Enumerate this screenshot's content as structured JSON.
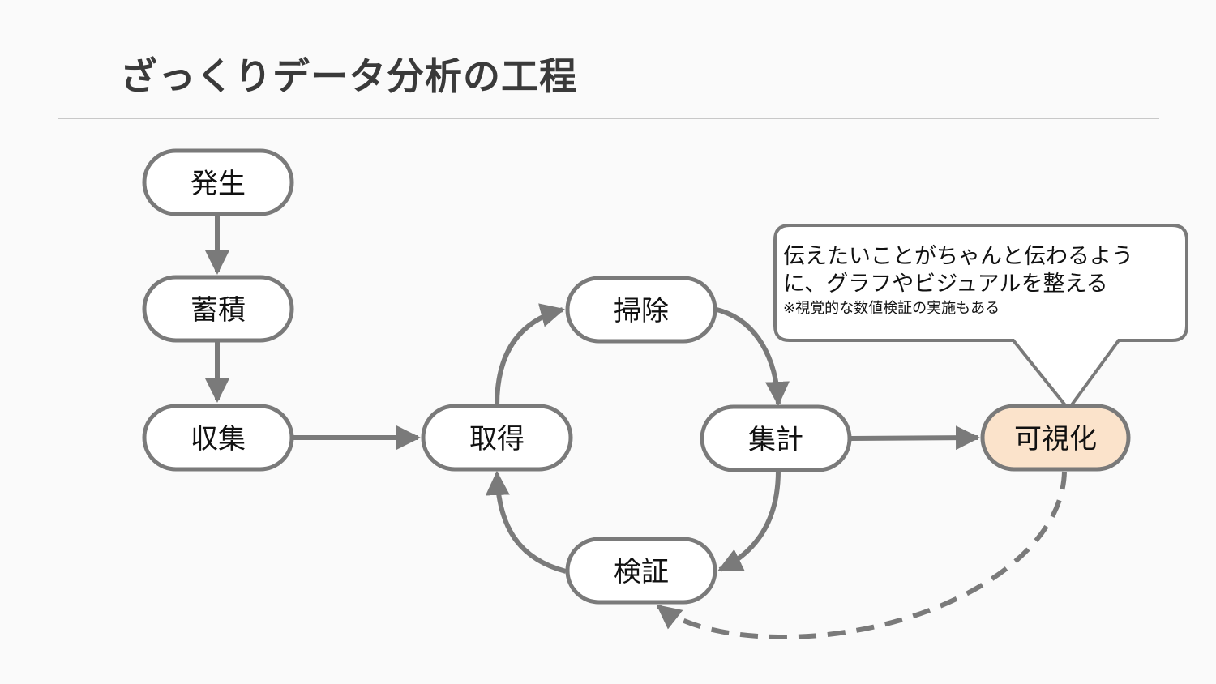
{
  "title": "ざっくりデータ分析の工程",
  "nodes": {
    "hassei": "発生",
    "chikuseki": "蓄積",
    "shushu": "収集",
    "shutoku": "取得",
    "soji": "掃除",
    "shukei": "集計",
    "kensho": "検証",
    "kashika": "可視化"
  },
  "callout": {
    "line1": "伝えたいことがちゃんと伝わるよう",
    "line2": "に、グラフやビジュアルを整える",
    "note": "※視覚的な数値検証の実施もある"
  },
  "colors": {
    "stroke": "#7a7a7a",
    "highlight_fill": "#fbe3cb",
    "node_fill": "#ffffff"
  }
}
